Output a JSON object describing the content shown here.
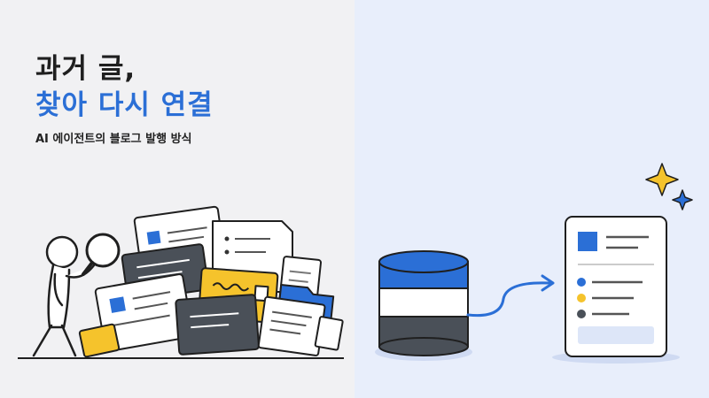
{
  "hero": {
    "title_line1": "과거 글,",
    "title_line2": "찾아 다시 연결",
    "subtitle": "AI 에이전트의 블로그 발행 방식"
  },
  "colors": {
    "left_background": "#f1f1f3",
    "right_background": "#e8eefb",
    "accent_blue": "#2b6fd6",
    "accent_yellow": "#f5c32c",
    "dark_gray": "#4a5058",
    "outline": "#1f1f1f"
  },
  "icons": [
    "magnifier-icon",
    "document-icon",
    "database-icon",
    "arrow-icon",
    "sparkle-icon",
    "folder-icon"
  ]
}
